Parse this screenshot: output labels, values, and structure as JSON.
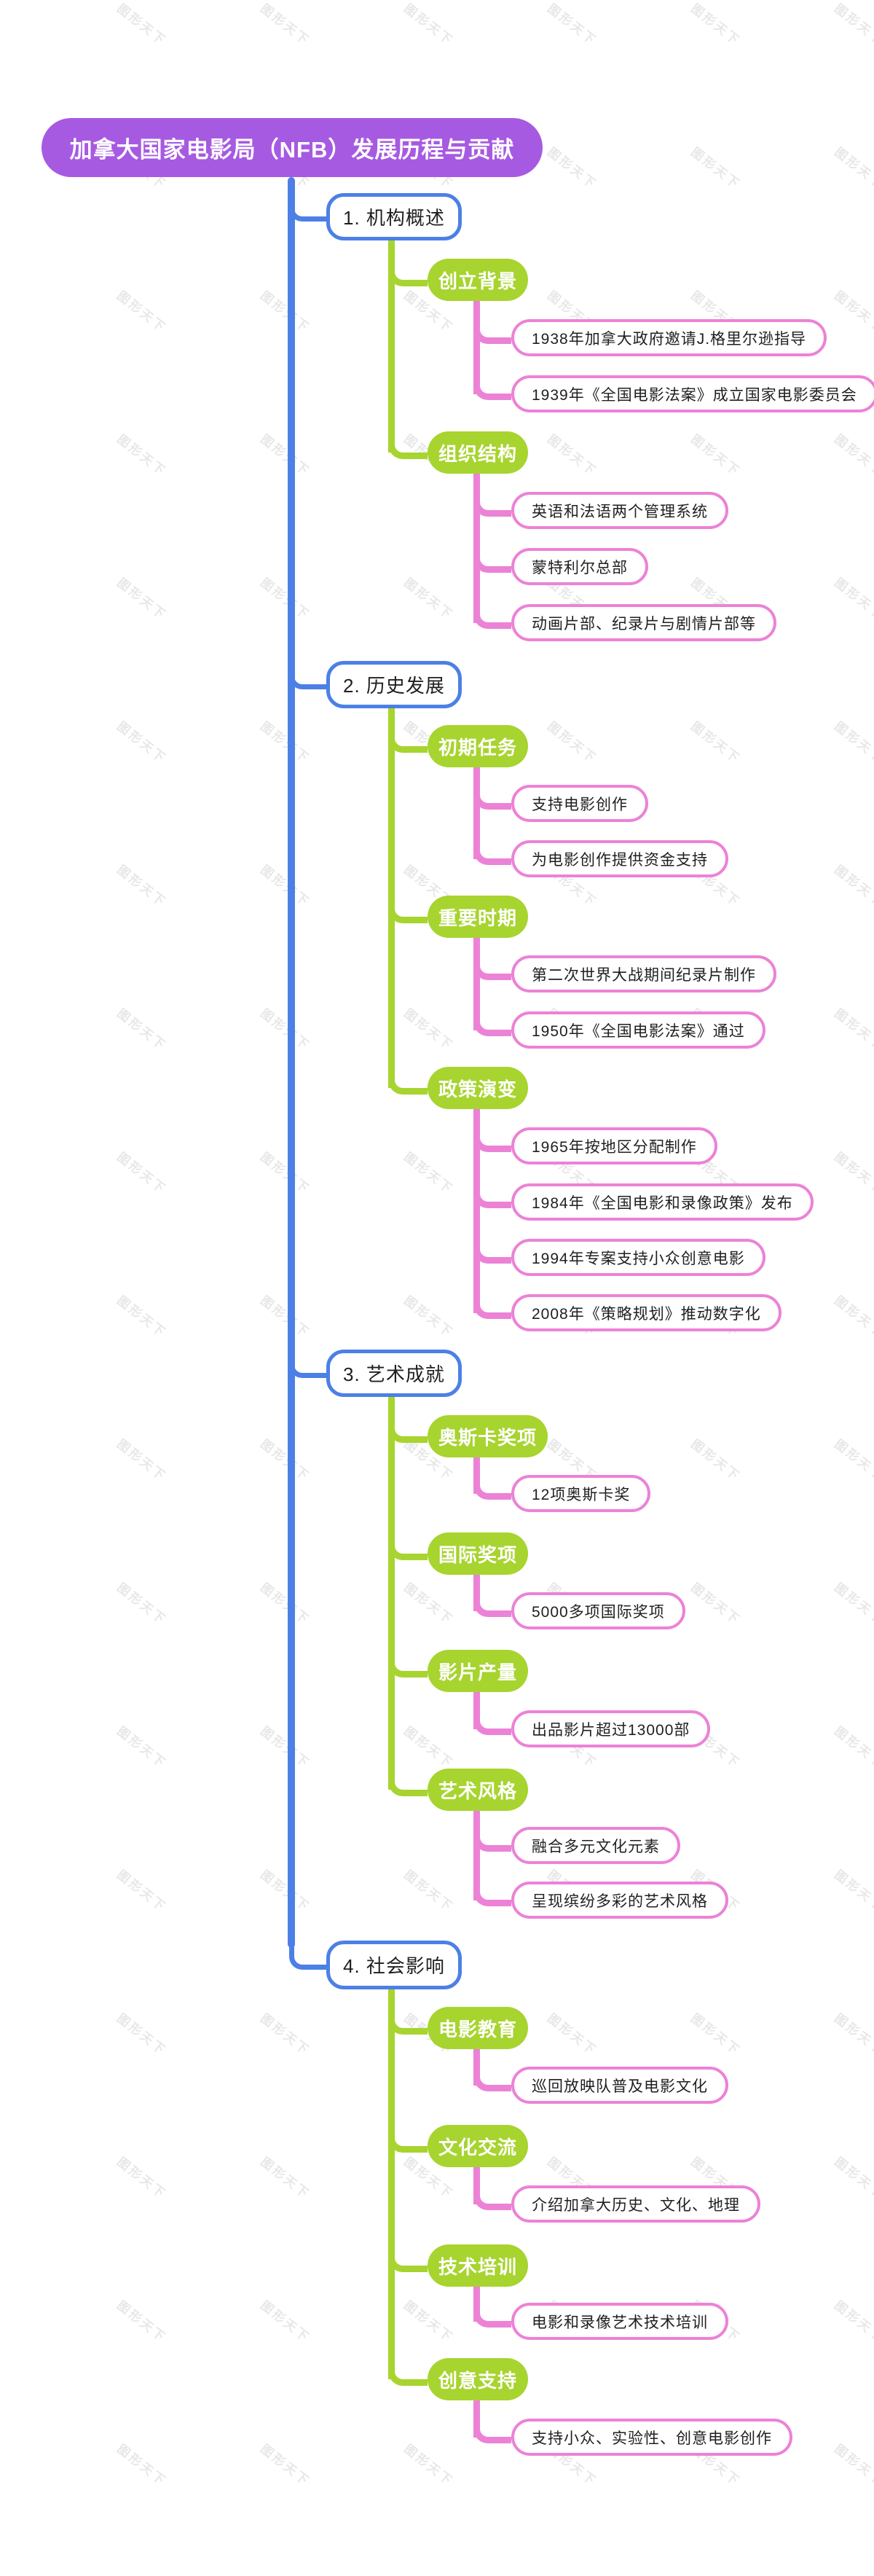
{
  "watermark": {
    "text": "图形天下"
  },
  "colors": {
    "root_fill": "#A65AE1",
    "trunk_blue": "#4C80E6",
    "topic_green": "#A7D42F",
    "leaf_pink_border": "#EC82D6",
    "text_dark": "#1f1f1f",
    "text_light": "#ffffff"
  },
  "root": {
    "label": "加拿大国家电影局（NFB）发展历程与贡献"
  },
  "sections": [
    {
      "label": "1. 机构概述",
      "topics": [
        {
          "label": "创立背景",
          "leaves": [
            "1938年加拿大政府邀请J.格里尔逊指导",
            "1939年《全国电影法案》成立国家电影委员会"
          ]
        },
        {
          "label": "组织结构",
          "leaves": [
            "英语和法语两个管理系统",
            "蒙特利尔总部",
            "动画片部、纪录片与剧情片部等"
          ]
        }
      ]
    },
    {
      "label": "2. 历史发展",
      "topics": [
        {
          "label": "初期任务",
          "leaves": [
            "支持电影创作",
            "为电影创作提供资金支持"
          ]
        },
        {
          "label": "重要时期",
          "leaves": [
            "第二次世界大战期间纪录片制作",
            "1950年《全国电影法案》通过"
          ]
        },
        {
          "label": "政策演变",
          "leaves": [
            "1965年按地区分配制作",
            "1984年《全国电影和录像政策》发布",
            "1994年专案支持小众创意电影",
            "2008年《策略规划》推动数字化"
          ]
        }
      ]
    },
    {
      "label": "3. 艺术成就",
      "topics": [
        {
          "label": "奥斯卡奖项",
          "leaves": [
            "12项奥斯卡奖"
          ]
        },
        {
          "label": "国际奖项",
          "leaves": [
            "5000多项国际奖项"
          ]
        },
        {
          "label": "影片产量",
          "leaves": [
            "出品影片超过13000部"
          ]
        },
        {
          "label": "艺术风格",
          "leaves": [
            "融合多元文化元素",
            "呈现缤纷多彩的艺术风格"
          ]
        }
      ]
    },
    {
      "label": "4. 社会影响",
      "topics": [
        {
          "label": "电影教育",
          "leaves": [
            "巡回放映队普及电影文化"
          ]
        },
        {
          "label": "文化交流",
          "leaves": [
            "介绍加拿大历史、文化、地理"
          ]
        },
        {
          "label": "技术培训",
          "leaves": [
            "电影和录像艺术技术培训"
          ]
        },
        {
          "label": "创意支持",
          "leaves": [
            "支持小众、实验性、创意电影创作"
          ]
        }
      ]
    }
  ]
}
